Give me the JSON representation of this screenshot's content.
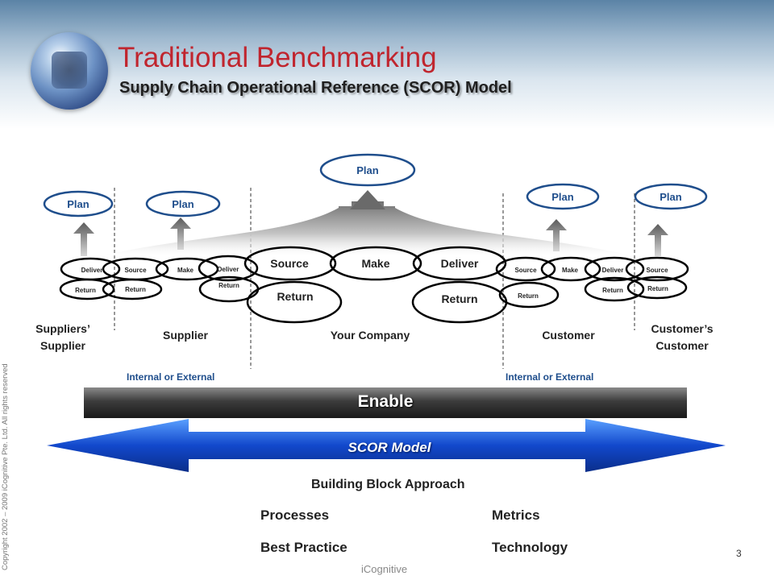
{
  "header": {
    "title": "Traditional Benchmarking",
    "subtitle": "Supply Chain Operational Reference  (SCOR) Model"
  },
  "copyright": "Copyright 2002 – 2009 iCognitive Pte. Ltd. All rights reserved",
  "diagram": {
    "plan_label": "Plan",
    "suppliers_supplier": {
      "deliver": "Deliver",
      "return": "Return"
    },
    "supplier": {
      "source": "Source",
      "make": "Make",
      "deliver": "Deliver",
      "return_left": "Return",
      "return_right": "Return"
    },
    "your_company": {
      "source": "Source",
      "make": "Make",
      "deliver": "Deliver",
      "return_left": "Return",
      "return_right": "Return"
    },
    "customer": {
      "source": "Source",
      "make": "Make",
      "deliver": "Deliver",
      "return_left": "Return",
      "return_right": "Return"
    },
    "customers_customer": {
      "source": "Source",
      "return": "Return"
    },
    "stages": {
      "suppliers_supplier": "Suppliers’ Supplier",
      "supplier": "Supplier",
      "your_company": "Your Company",
      "customer": "Customer",
      "customers_customer": "Customer’s Customer"
    },
    "internal_external": "Internal or External"
  },
  "enable_label": "Enable",
  "scor_model_label": "SCOR Model",
  "building_block": {
    "title": "Building Block Approach",
    "items": [
      "Processes",
      "Metrics",
      "Best Practice",
      "Technology"
    ]
  },
  "page_number": "3",
  "footer_brand": "iCognitive",
  "colors": {
    "title_red": "#c0252e",
    "plan_blue": "#1f4e8c",
    "arrow_blue": "#1e5fd6"
  }
}
